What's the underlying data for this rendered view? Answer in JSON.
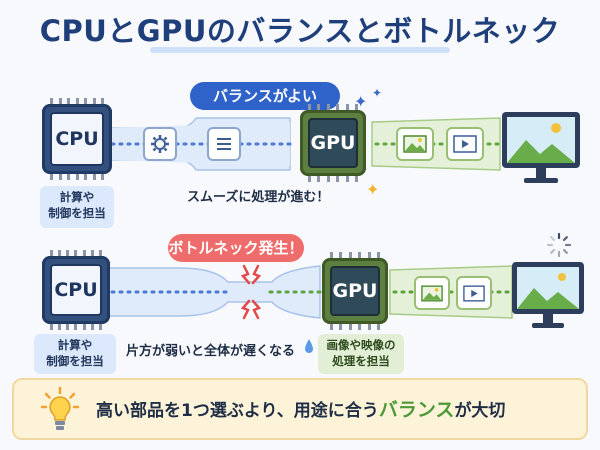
{
  "title": "CPUとGPUのバランスとボトルネック",
  "top": {
    "badge": "バランスがよい",
    "cpu_label": "CPU",
    "gpu_label": "GPU",
    "cpu_tag": "計算や\n制御を担当",
    "note": "スムーズに処理が進む！"
  },
  "bottom_diagram": {
    "badge": "ボトルネック発生！",
    "cpu_label": "CPU",
    "gpu_label": "GPU",
    "cpu_tag": "計算や\n制御を担当",
    "note": "片方が弱いと全体が遅くなる",
    "gpu_tag": "画像や映像の\n処理を担当"
  },
  "tip": {
    "text_before": "高い部品を1つ選ぶより、用途に合う",
    "text_emphasis": "バランス",
    "text_after": "が大切"
  },
  "colors": {
    "navy": "#1f3f7a",
    "blue_badge": "#2f63c9",
    "red_badge": "#ef6c6c",
    "green": "#4c9a36"
  }
}
